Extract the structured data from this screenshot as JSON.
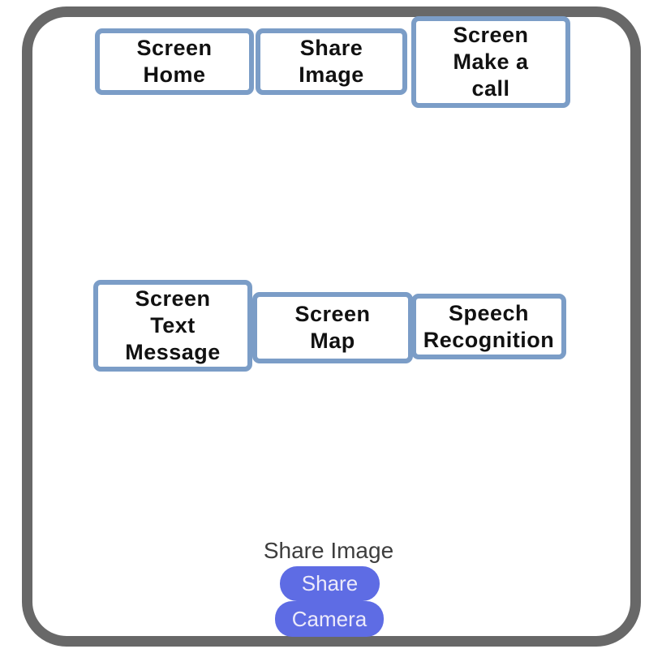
{
  "frame": {
    "color": "#686868"
  },
  "nav_buttons": [
    {
      "name": "screen-home",
      "label": "Screen\nHome"
    },
    {
      "name": "share-image",
      "label": "Share\nImage"
    },
    {
      "name": "screen-make-a-call",
      "label": "Screen\nMake a\ncall"
    },
    {
      "name": "screen-text-message",
      "label": "Screen\nText\nMessage"
    },
    {
      "name": "screen-map",
      "label": "Screen\nMap"
    },
    {
      "name": "speech-recognition",
      "label": "Speech\nRecognition"
    }
  ],
  "bottom": {
    "caption": "Share Image",
    "share_label": "Share",
    "camera_label": "Camera",
    "button_color": "#5e6ce4",
    "border_blue": "#7b9dc7"
  }
}
